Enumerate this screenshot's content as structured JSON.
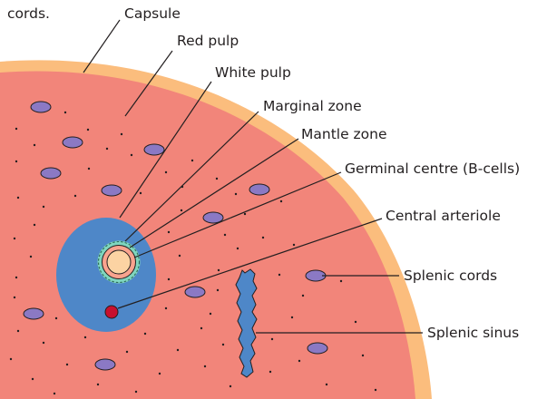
{
  "diagram": {
    "fragment_text": "cords.",
    "labels": {
      "capsule": "Capsule",
      "red_pulp": "Red pulp",
      "white_pulp": "White pulp",
      "marginal_zone": "Marginal zone",
      "mantle_zone": "Mantle zone",
      "germinal_centre": "Germinal centre (B-cells)",
      "central_arteriole": "Central arteriole",
      "splenic_cords": "Splenic cords",
      "splenic_sinus": "Splenic sinus"
    },
    "colors": {
      "capsule": "#fbbd7d",
      "red_pulp": "#f2857a",
      "white_pulp": "#4e87c8",
      "marginal_zone": "#7fd6bf",
      "mantle_zone": "#f9a38e",
      "germinal_centre": "#fcd3a3",
      "central_arteriole": "#c8102e",
      "splenic_cords": "#8b79c4",
      "splenic_sinus": "#4e87c8"
    }
  }
}
